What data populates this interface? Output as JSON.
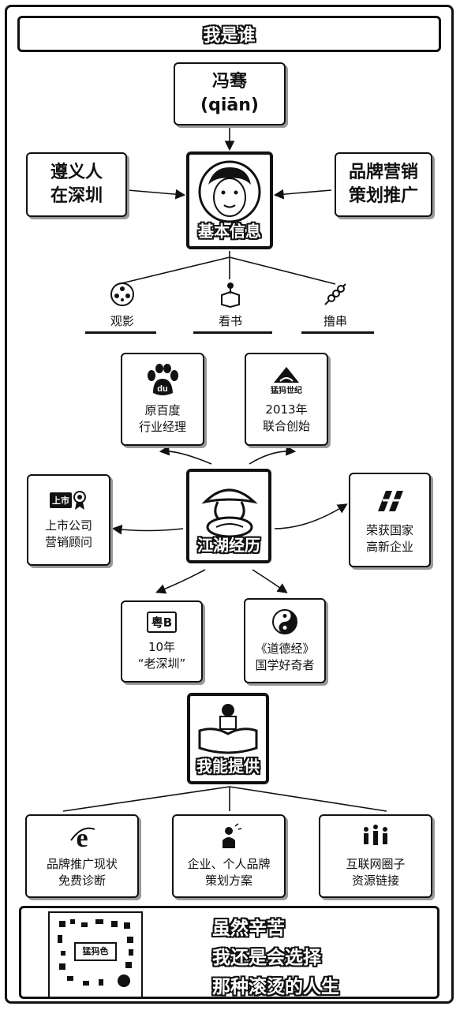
{
  "title": "我是谁",
  "name": {
    "line1": "冯骞",
    "line2": "(qiān)"
  },
  "left_info": {
    "line1": "遵义人",
    "line2": "在深圳"
  },
  "right_info": {
    "line1": "品牌营销",
    "line2": "策划推广"
  },
  "basic_info_label": "基本信息",
  "hobbies": [
    {
      "label": "观影",
      "icon": "film-reel-icon"
    },
    {
      "label": "看书",
      "icon": "book-icon"
    },
    {
      "label": "撸串",
      "icon": "skewer-icon"
    }
  ],
  "career": {
    "hub_label": "江湖经历",
    "baidu": {
      "line1": "原百度",
      "line2": "行业经理",
      "icon": "baidu-paw-icon"
    },
    "meiwei": {
      "logo_text": "猛犸世纪",
      "line1": "2013年",
      "line2": "联合创始",
      "icon": "mountain-logo-icon"
    },
    "listed": {
      "line1": "上市公司",
      "line2": "营销顾问",
      "icon": "certificate-icon",
      "badge": "上市"
    },
    "hightech": {
      "line1": "荣获国家",
      "line2": "高新企业",
      "icon": "hightech-logo-icon"
    },
    "shenzhen": {
      "plate": "粤B",
      "line1": "10年",
      "line2": "“老深圳”",
      "icon": "license-plate-icon"
    },
    "daodejing": {
      "line1": "《道德经》",
      "line2": "国学好奇者",
      "icon": "yin-yang-icon"
    }
  },
  "offer": {
    "hub_label": "我能提供",
    "items": [
      {
        "line1": "品牌推广现状",
        "line2": "免费诊断",
        "icon": "ie-browser-icon"
      },
      {
        "line1": "企业、个人品牌",
        "line2": "策划方案",
        "icon": "idea-person-icon"
      },
      {
        "line1": "互联网圈子",
        "line2": "资源链接",
        "icon": "network-people-icon"
      }
    ]
  },
  "footer": {
    "qr_label": "猛犸色",
    "line1": "虽然辛苦",
    "line2": "我还是会选择",
    "line3": "那种滚烫的人生"
  }
}
